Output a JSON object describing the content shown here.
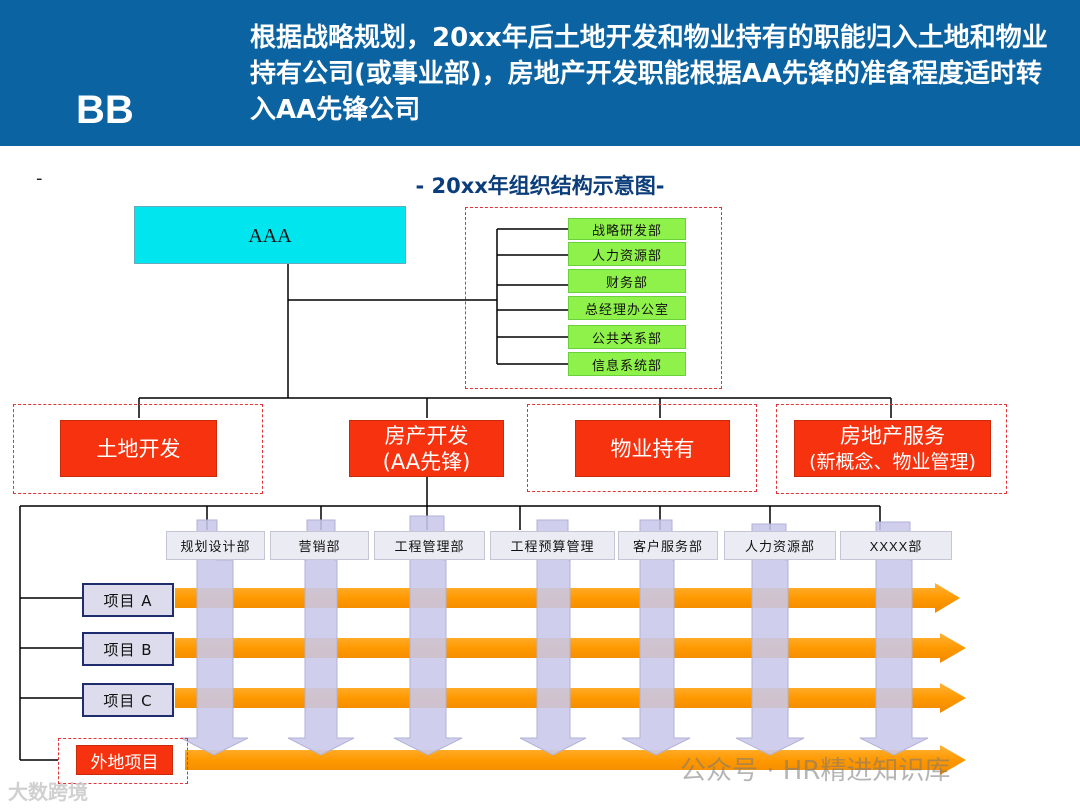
{
  "header": {
    "badge": "BB",
    "title": "根据战略规划，20xx年后土地开发和物业持有的职能归入土地和物业持有公司(或事业部)，房地产开发职能根据AA先锋的准备程度适时转入AA先锋公司"
  },
  "marker": "-",
  "chart_title": "- 20xx年组织结构示意图-",
  "top_node": "AAA",
  "staff_departments": [
    "战略研发部",
    "人力资源部",
    "财务部",
    "总经理办公室",
    "公共关系部",
    "信息系统部"
  ],
  "business_units": [
    {
      "line1": "土地开发",
      "line2": ""
    },
    {
      "line1": "房产开发",
      "line2": "(AA先锋)"
    },
    {
      "line1": "物业持有",
      "line2": ""
    },
    {
      "line1": "房地产服务",
      "line2": "(新概念、物业管理)"
    }
  ],
  "functional_departments": [
    "规划设计部",
    "营销部",
    "工程管理部",
    "工程预算管理",
    "客户服务部",
    "人力资源部",
    "XXXX部"
  ],
  "projects": [
    "项目 A",
    "项目 B",
    "项目 C"
  ],
  "remote_project": "外地项目",
  "watermarks": {
    "wechat": "公众号 · HR精进知识库",
    "corner": "大数跨境"
  },
  "colors": {
    "header": "#0b63a1",
    "top_node": "#00e5ee",
    "staff": "#8ff24a",
    "business": "#f6320f",
    "arrow": "#ff9900",
    "column": "#c8c8ea",
    "dash": "#e0343a"
  }
}
